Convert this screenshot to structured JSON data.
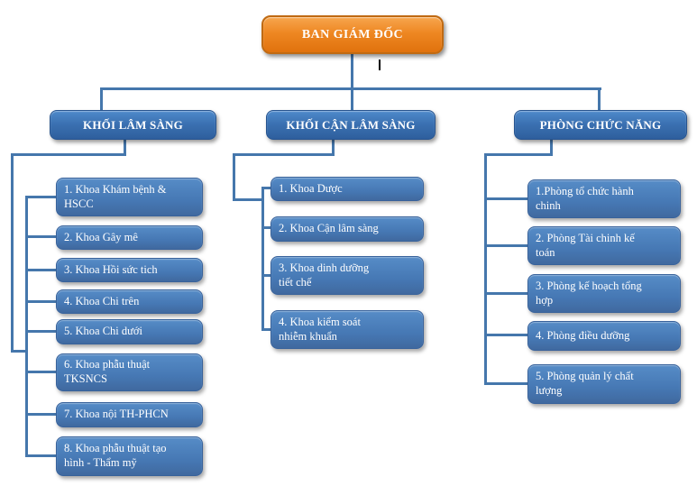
{
  "title": "Hospital organization chart",
  "colors": {
    "root_fill": "#EE8722",
    "header_fill": "#3A6FB0",
    "item_fill": "#4678B4",
    "connector": "#4577AC",
    "text": "#FFFFFF"
  },
  "root": {
    "label": "BAN GIÁM ĐỐC"
  },
  "columns": [
    {
      "header": "KHỐI LÂM SÀNG",
      "items": [
        "1. Khoa Khám bệnh &\nHSCC",
        "2. Khoa Gây mê",
        "3. Khoa Hồi sức tich",
        "4. Khoa Chi trên",
        "5. Khoa Chi dưới",
        "6. Khoa phẫu thuật\nTKSNCS",
        "7. Khoa nội TH-PHCN",
        "8. Khoa phẫu thuật tạo\nhình - Thẩm mỹ"
      ]
    },
    {
      "header": "KHỐI CẬN LÂM SÀNG",
      "items": [
        "1. Khoa Dược",
        "2. Khoa Cận lâm sàng",
        "3. Khoa dinh dưỡng\ntiết chế",
        "4. Khoa kiểm soát\nnhiễm khuẩn"
      ]
    },
    {
      "header": "PHÒNG CHỨC NĂNG",
      "items": [
        "1.Phòng tổ chức hành\nchinh",
        "2. Phòng Tài chinh kế\ntoán",
        "3. Phòng kế hoạch tổng\nhợp",
        "4. Phòng điều dưỡng",
        "5. Phòng quản lý chất\nlượng"
      ]
    }
  ]
}
